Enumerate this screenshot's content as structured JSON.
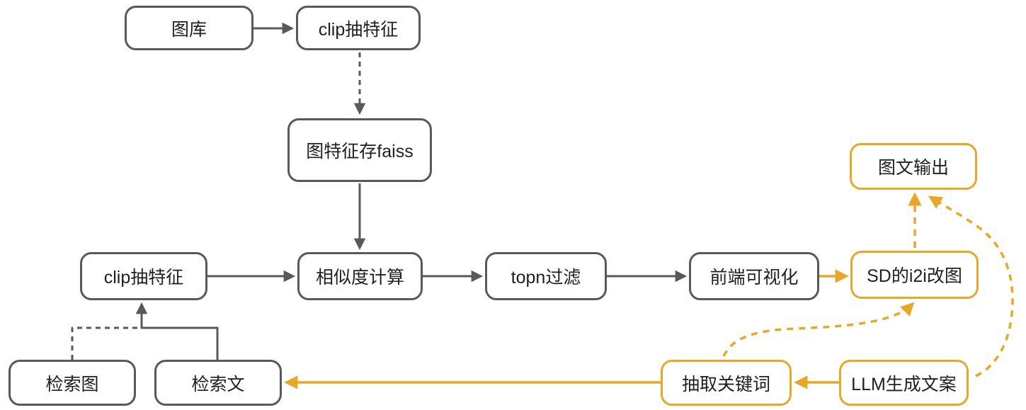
{
  "diagram": {
    "type": "flowchart",
    "colors": {
      "node_border_gray": "#595959",
      "node_border_yellow": "#E8A728",
      "arrow_gray": "#595959",
      "arrow_yellow": "#E8A728",
      "text": "#1F1F1F",
      "background": "#FFFFFF"
    },
    "nodes": [
      {
        "id": "gallery",
        "label": "图库",
        "color": "gray"
      },
      {
        "id": "clip-extract-gallery",
        "label": "clip抽特征",
        "color": "gray"
      },
      {
        "id": "faiss-store",
        "label": "图特征存faiss",
        "color": "gray"
      },
      {
        "id": "clip-extract-query",
        "label": "clip抽特征",
        "color": "gray"
      },
      {
        "id": "similarity",
        "label": "相似度计算",
        "color": "gray"
      },
      {
        "id": "topn-filter",
        "label": "topn过滤",
        "color": "gray"
      },
      {
        "id": "frontend-viz",
        "label": "前端可视化",
        "color": "gray"
      },
      {
        "id": "sd-i2i",
        "label": "SD的i2i改图",
        "color": "yellow"
      },
      {
        "id": "image-text-output",
        "label": "图文输出",
        "color": "yellow"
      },
      {
        "id": "query-image",
        "label": "检索图",
        "color": "gray"
      },
      {
        "id": "query-text",
        "label": "检索文",
        "color": "gray"
      },
      {
        "id": "extract-keywords",
        "label": "抽取关键词",
        "color": "yellow"
      },
      {
        "id": "llm-copywriting",
        "label": "LLM生成文案",
        "color": "yellow"
      }
    ],
    "edges": [
      {
        "from": "gallery",
        "to": "clip-extract-gallery",
        "style": "solid",
        "color": "gray"
      },
      {
        "from": "clip-extract-gallery",
        "to": "faiss-store",
        "style": "dashed",
        "color": "gray"
      },
      {
        "from": "faiss-store",
        "to": "similarity",
        "style": "solid",
        "color": "gray"
      },
      {
        "from": "clip-extract-query",
        "to": "similarity",
        "style": "solid",
        "color": "gray"
      },
      {
        "from": "similarity",
        "to": "topn-filter",
        "style": "solid",
        "color": "gray"
      },
      {
        "from": "topn-filter",
        "to": "frontend-viz",
        "style": "solid",
        "color": "gray"
      },
      {
        "from": "frontend-viz",
        "to": "sd-i2i",
        "style": "solid",
        "color": "yellow"
      },
      {
        "from": "query-image",
        "to": "clip-extract-query",
        "style": "dashed",
        "color": "gray"
      },
      {
        "from": "query-text",
        "to": "clip-extract-query",
        "style": "solid",
        "color": "gray"
      },
      {
        "from": "extract-keywords",
        "to": "query-text",
        "style": "solid",
        "color": "yellow"
      },
      {
        "from": "llm-copywriting",
        "to": "extract-keywords",
        "style": "solid",
        "color": "yellow"
      },
      {
        "from": "extract-keywords",
        "to": "sd-i2i",
        "style": "dashed",
        "color": "yellow"
      },
      {
        "from": "sd-i2i",
        "to": "image-text-output",
        "style": "dashed",
        "color": "yellow"
      },
      {
        "from": "llm-copywriting",
        "to": "image-text-output",
        "style": "dashed",
        "color": "yellow"
      }
    ]
  }
}
